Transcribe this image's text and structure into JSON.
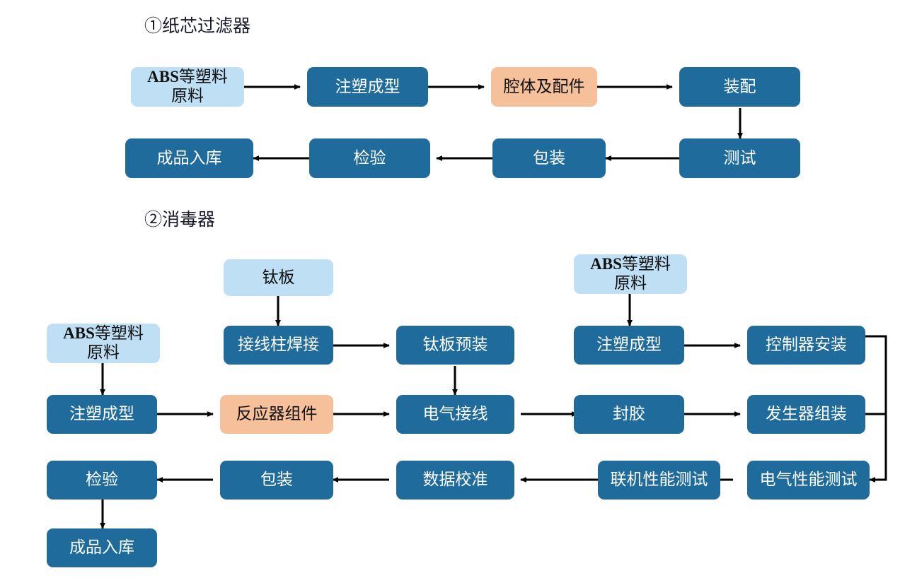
{
  "document": {
    "kind": "manufacturing-process-flowchart",
    "colors": {
      "process_fill": "#1F6B9C",
      "material_fill": "#BFDFF4",
      "component_fill": "#F5C09A",
      "edge_stroke": "#000000",
      "title_text": "#1a1a2e"
    }
  },
  "sections": [
    {
      "id": "sec1",
      "title": "①纸芯过滤器"
    },
    {
      "id": "sec2",
      "title": "②消毒器"
    }
  ],
  "section1": {
    "nodes": [
      {
        "id": "s1_abs",
        "label_line1": "ABS",
        "label_line2": "等塑料",
        "label_line3": "原料",
        "type": "material",
        "two_line": true
      },
      {
        "id": "s1_inject",
        "label": "注塑成型",
        "type": "process"
      },
      {
        "id": "s1_cavity",
        "label": "腔体及配件",
        "type": "component"
      },
      {
        "id": "s1_assy",
        "label": "装配",
        "type": "process"
      },
      {
        "id": "s1_test",
        "label": "测试",
        "type": "process"
      },
      {
        "id": "s1_pack",
        "label": "包装",
        "type": "process"
      },
      {
        "id": "s1_insp",
        "label": "检验",
        "type": "process"
      },
      {
        "id": "s1_store",
        "label": "成品入库",
        "type": "process"
      }
    ],
    "edges": [
      {
        "from": "s1_abs",
        "to": "s1_inject",
        "dir": "right"
      },
      {
        "from": "s1_inject",
        "to": "s1_cavity",
        "dir": "right"
      },
      {
        "from": "s1_cavity",
        "to": "s1_assy",
        "dir": "right"
      },
      {
        "from": "s1_assy",
        "to": "s1_test",
        "dir": "down"
      },
      {
        "from": "s1_test",
        "to": "s1_pack",
        "dir": "left"
      },
      {
        "from": "s1_pack",
        "to": "s1_insp",
        "dir": "left"
      },
      {
        "from": "s1_insp",
        "to": "s1_store",
        "dir": "left"
      }
    ]
  },
  "section2": {
    "nodes": [
      {
        "id": "s2_ti_plate",
        "label": "钛板",
        "type": "material"
      },
      {
        "id": "s2_abs_top",
        "label_line1": "ABS",
        "label_line2": "等塑料",
        "label_line3": "原料",
        "type": "material",
        "two_line": true
      },
      {
        "id": "s2_abs_left",
        "label_line1": "ABS",
        "label_line2": "等塑料",
        "label_line3": "原料",
        "type": "material",
        "two_line": true
      },
      {
        "id": "s2_weld",
        "label": "接线柱焊接",
        "type": "process"
      },
      {
        "id": "s2_ti_pre",
        "label": "钛板预装",
        "type": "process"
      },
      {
        "id": "s2_inject_r",
        "label": "注塑成型",
        "type": "process"
      },
      {
        "id": "s2_ctrl_inst",
        "label": "控制器安装",
        "type": "process"
      },
      {
        "id": "s2_inject_l",
        "label": "注塑成型",
        "type": "process"
      },
      {
        "id": "s2_reactor",
        "label": "反应器组件",
        "type": "component"
      },
      {
        "id": "s2_wiring",
        "label": "电气接线",
        "type": "process"
      },
      {
        "id": "s2_seal",
        "label": "封胶",
        "type": "process"
      },
      {
        "id": "s2_gen_assy",
        "label": "发生器组装",
        "type": "process"
      },
      {
        "id": "s2_elec_test",
        "label": "电气性能测试",
        "type": "process"
      },
      {
        "id": "s2_online_test",
        "label": "联机性能测试",
        "type": "process"
      },
      {
        "id": "s2_data_cal",
        "label": "数据校准",
        "type": "process"
      },
      {
        "id": "s2_pack",
        "label": "包装",
        "type": "process"
      },
      {
        "id": "s2_insp",
        "label": "检验",
        "type": "process"
      },
      {
        "id": "s2_store",
        "label": "成品入库",
        "type": "process"
      }
    ],
    "edges": [
      {
        "from": "s2_ti_plate",
        "to": "s2_weld",
        "dir": "down"
      },
      {
        "from": "s2_weld",
        "to": "s2_ti_pre",
        "dir": "right"
      },
      {
        "from": "s2_ti_pre",
        "to": "s2_wiring",
        "dir": "down"
      },
      {
        "from": "s2_abs_top",
        "to": "s2_inject_r",
        "dir": "down"
      },
      {
        "from": "s2_inject_r",
        "to": "s2_ctrl_inst",
        "dir": "right"
      },
      {
        "from": "s2_abs_left",
        "to": "s2_inject_l",
        "dir": "down"
      },
      {
        "from": "s2_inject_l",
        "to": "s2_reactor",
        "dir": "right"
      },
      {
        "from": "s2_reactor",
        "to": "s2_wiring",
        "dir": "right"
      },
      {
        "from": "s2_wiring",
        "to": "s2_seal",
        "dir": "right"
      },
      {
        "from": "s2_seal",
        "to": "s2_gen_assy",
        "dir": "right"
      },
      {
        "from": "s2_ctrl_inst",
        "to": "s2_elec_test",
        "dir": "right-down-left"
      },
      {
        "from": "s2_gen_assy",
        "to": "s2_elec_test",
        "dir": "right-down-left"
      },
      {
        "from": "s2_elec_test",
        "to": "s2_online_test",
        "dir": "left"
      },
      {
        "from": "s2_online_test",
        "to": "s2_data_cal",
        "dir": "left"
      },
      {
        "from": "s2_data_cal",
        "to": "s2_pack",
        "dir": "left"
      },
      {
        "from": "s2_pack",
        "to": "s2_insp",
        "dir": "left"
      },
      {
        "from": "s2_insp",
        "to": "s2_store",
        "dir": "down"
      }
    ]
  }
}
